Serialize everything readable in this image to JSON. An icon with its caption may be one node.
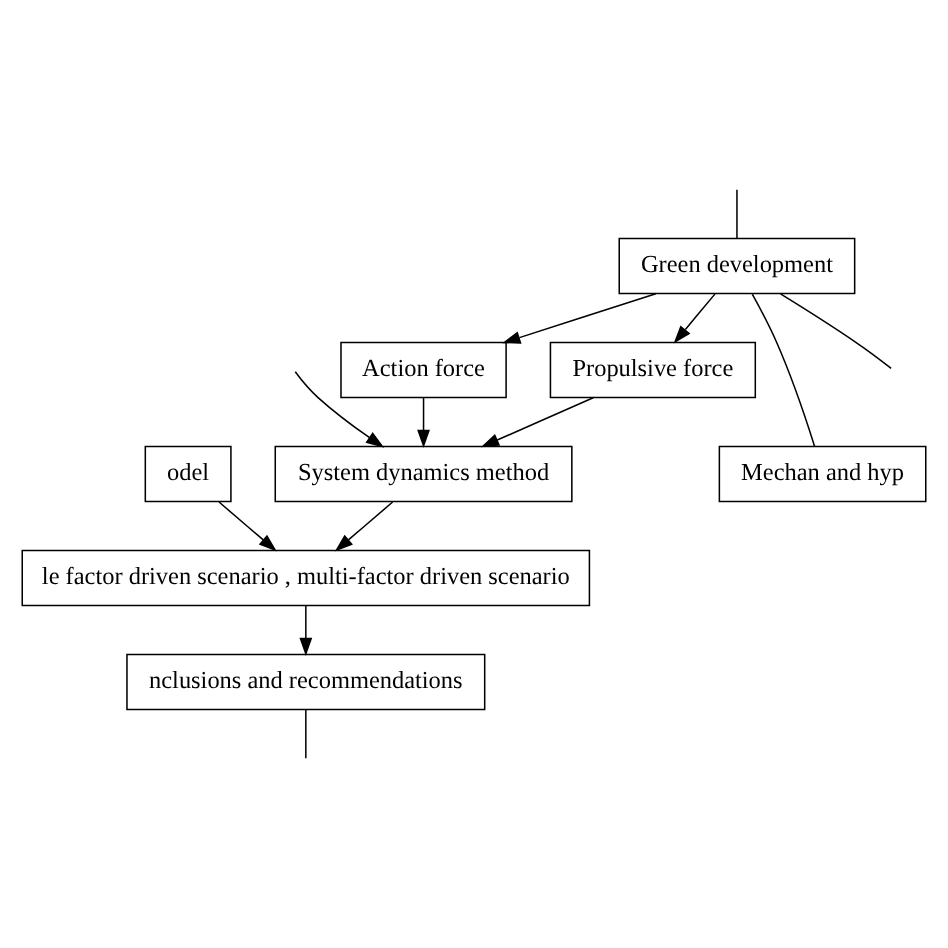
{
  "diagram": {
    "nodes": [
      {
        "text": [
          "Green development"
        ]
      },
      {
        "text": [
          "Action force"
        ]
      },
      {
        "text": [
          "Propulsive force"
        ]
      },
      {
        "text": [
          "odel"
        ]
      },
      {
        "text": [
          "System dynamics method"
        ]
      },
      {
        "text": [
          "Mechan and hyp"
        ]
      },
      {
        "text": [
          "le factor driven scenario , multi-factor driven scenario"
        ]
      },
      {
        "text": [
          "nclusions and recommendations"
        ]
      }
    ],
    "edges": [
      {
        "from": null,
        "to": 0,
        "arrow": "none"
      },
      {
        "from": 0,
        "to": 1,
        "arrow": "to"
      },
      {
        "from": 0,
        "to": 2,
        "arrow": "to"
      },
      {
        "from": 0,
        "to": null,
        "arrow": "none"
      },
      {
        "from": 0,
        "to": 5,
        "arrow": "none"
      },
      {
        "from": 1,
        "to": 4,
        "arrow": "to"
      },
      {
        "from": 2,
        "to": 4,
        "arrow": "to"
      },
      {
        "from": null,
        "to": 4,
        "arrow": "to"
      },
      {
        "from": 3,
        "to": 6,
        "arrow": "to"
      },
      {
        "from": 4,
        "to": 6,
        "arrow": "to"
      },
      {
        "from": 6,
        "to": 7,
        "arrow": "to"
      },
      {
        "from": 7,
        "to": null,
        "arrow": "none"
      }
    ]
  }
}
